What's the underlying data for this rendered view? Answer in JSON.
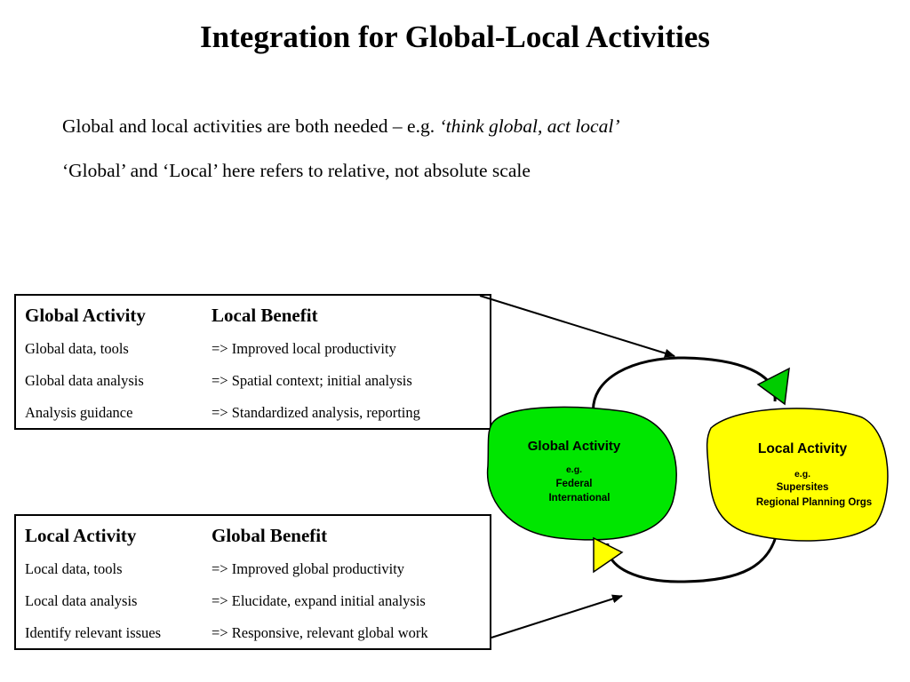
{
  "slide": {
    "title": "Integration for Global-Local Activities",
    "intro_line1_plain": "Global and local activities are both needed – e.g. ",
    "intro_line1_italic": "‘think global, act local’",
    "intro_line2": "‘Global’ and ‘Local’ here refers to relative, not absolute scale"
  },
  "global_table": {
    "header": {
      "activity": "Global Activity",
      "benefit": "Local Benefit"
    },
    "rows": [
      {
        "activity": "Global data, tools",
        "benefit": "=> Improved local productivity"
      },
      {
        "activity": "Global data analysis",
        "benefit": "=> Spatial context; initial analysis"
      },
      {
        "activity": "Analysis guidance",
        "benefit": "=> Standardized analysis, reporting"
      }
    ]
  },
  "local_table": {
    "header": {
      "activity": "Local Activity",
      "benefit": "Global Benefit"
    },
    "rows": [
      {
        "activity": "Local data, tools",
        "benefit": "=> Improved global productivity"
      },
      {
        "activity": "Local data analysis",
        "benefit": "=> Elucidate, expand initial analysis"
      },
      {
        "activity": "Identify relevant issues",
        "benefit": "=> Responsive, relevant global work"
      }
    ]
  },
  "diagram": {
    "global_blob": {
      "title": "Global Activity",
      "eg": "e.g.",
      "line1": "Federal",
      "line2": "International",
      "color": "#00e600"
    },
    "local_blob": {
      "title": "Local Activity",
      "eg": "e.g.",
      "line1": "Supersites",
      "line2": "Regional Planning Orgs",
      "color": "#ffff00"
    },
    "top_arrow_color": "#00cc00",
    "bottom_arrow_color": "#ffff00"
  }
}
